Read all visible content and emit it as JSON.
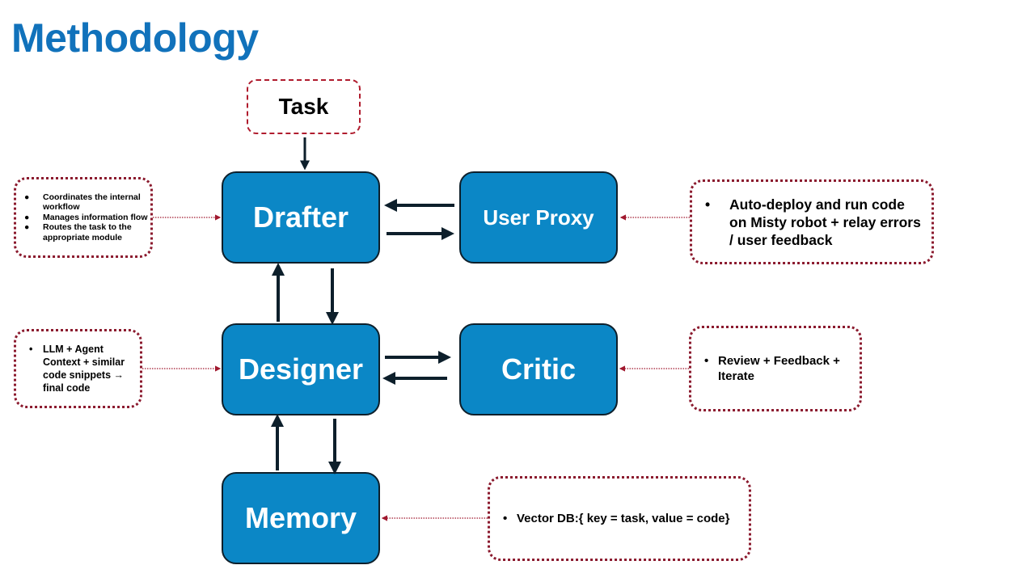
{
  "title": "Methodology",
  "task": {
    "label": "Task"
  },
  "modules": {
    "drafter": "Drafter",
    "user_proxy": "User Proxy",
    "designer": "Designer",
    "critic": "Critic",
    "memory": "Memory"
  },
  "notes": {
    "drafter": {
      "bullet": "●",
      "items": [
        "Coordinates the internal workflow",
        "Manages information flow",
        "Routes the task to the appropriate module"
      ]
    },
    "user_proxy": {
      "bullet": "•",
      "items": [
        "Auto-deploy and run code on Misty robot + relay errors / user feedback"
      ]
    },
    "designer": {
      "bullet": "•",
      "items": [
        "LLM + Agent Context + similar code snippets → final code"
      ]
    },
    "critic": {
      "bullet": "•",
      "items": [
        "Review + Feedback + Iterate"
      ]
    },
    "memory": {
      "bullet": "•",
      "items": [
        "Vector DB:{ key = task, value = code}"
      ]
    }
  },
  "colors": {
    "title": "#1172bb",
    "module_fill": "#0b87c6",
    "module_border": "#0d1f2b",
    "note_border": "#8b1a2e",
    "task_border": "#b01c2e",
    "arrow": "#0d1f2b"
  }
}
